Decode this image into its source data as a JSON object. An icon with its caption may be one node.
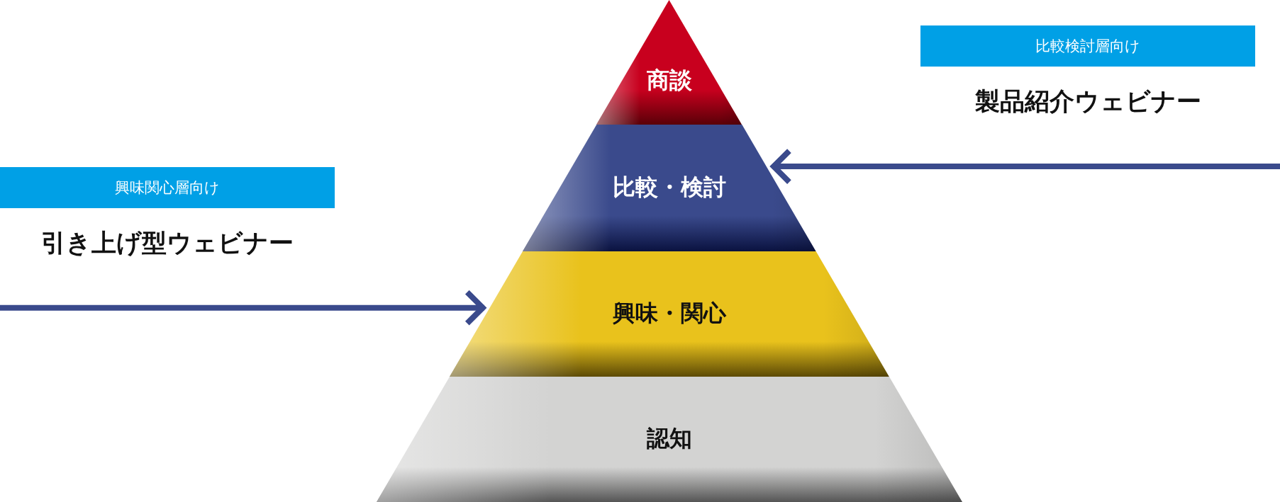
{
  "diagram": {
    "nodes": [
      {
        "text": [
          "商談"
        ]
      },
      {
        "text": [
          "比較・検討"
        ]
      },
      {
        "text": [
          "興味・関心"
        ]
      },
      {
        "text": [
          "認知"
        ]
      },
      {
        "text": [
          "興味関心層向け",
          "引き上げ型ウェビナー"
        ]
      },
      {
        "text": [
          "比較検討層向け",
          "製品紹介ウェビナー"
        ]
      }
    ],
    "edges": [
      {
        "from": null,
        "to": 2,
        "arrow": "to"
      },
      {
        "from": null,
        "to": 1,
        "arrow": "to"
      }
    ]
  }
}
